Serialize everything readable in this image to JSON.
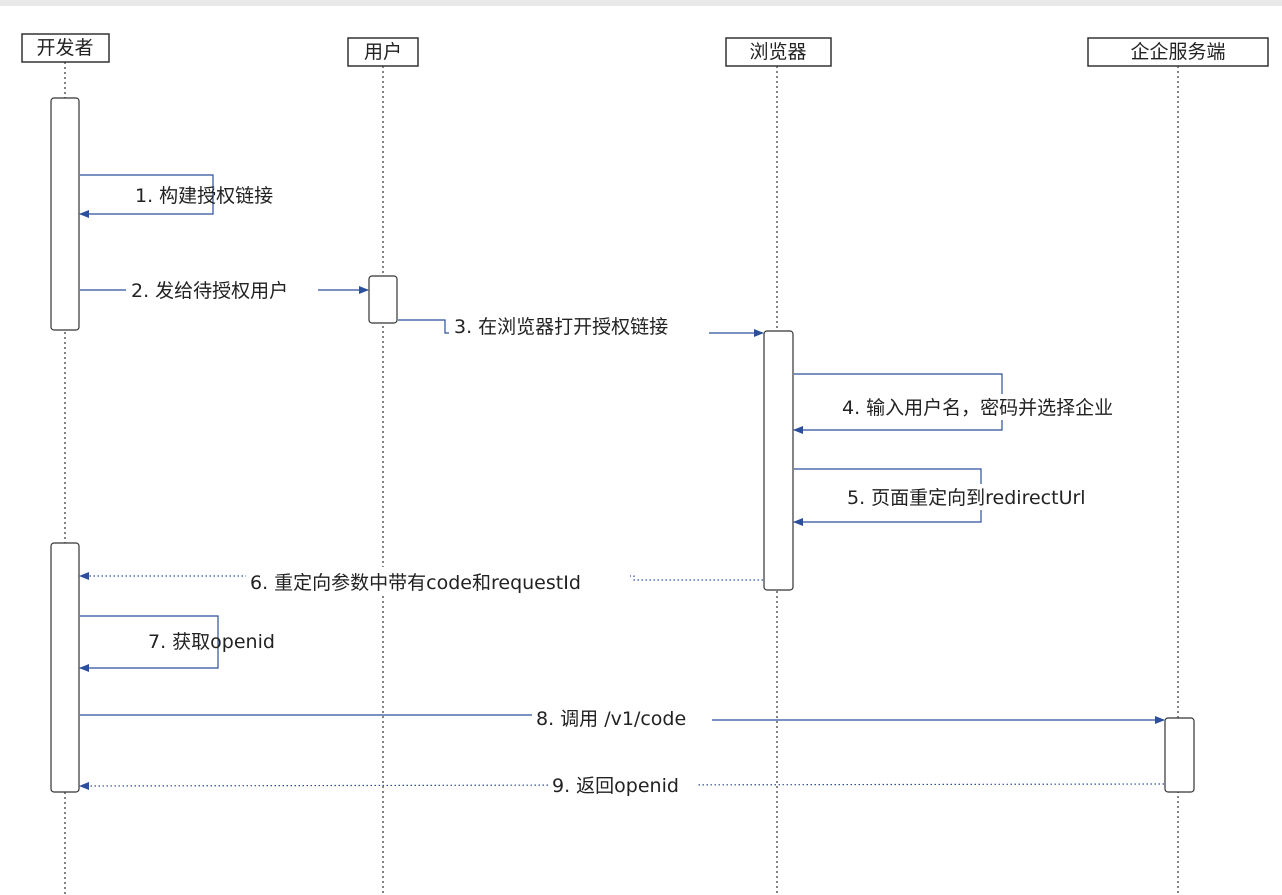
{
  "participants": [
    {
      "id": "developer",
      "label": "开发者"
    },
    {
      "id": "user",
      "label": "用户"
    },
    {
      "id": "browser",
      "label": "浏览器"
    },
    {
      "id": "enterprise",
      "label": "企企服务端"
    }
  ],
  "messages": [
    {
      "step": 1,
      "label": "1. 构建授权链接",
      "from": "developer",
      "to": "developer",
      "style": "solid"
    },
    {
      "step": 2,
      "label": "2. 发给待授权用户",
      "from": "developer",
      "to": "user",
      "style": "solid"
    },
    {
      "step": 3,
      "label": "3. 在浏览器打开授权链接",
      "from": "user",
      "to": "browser",
      "style": "solid"
    },
    {
      "step": 4,
      "label": "4. 输入用户名，密码并选择企业",
      "from": "browser",
      "to": "browser",
      "style": "solid"
    },
    {
      "step": 5,
      "label": "5. 页面重定向到redirectUrl",
      "from": "browser",
      "to": "browser",
      "style": "solid"
    },
    {
      "step": 6,
      "label": "6. 重定向参数中带有code和requestId",
      "from": "browser",
      "to": "developer",
      "style": "dotted"
    },
    {
      "step": 7,
      "label": "7. 获取openid",
      "from": "developer",
      "to": "developer",
      "style": "solid"
    },
    {
      "step": 8,
      "label": "8. 调用 /v1/code",
      "from": "developer",
      "to": "enterprise",
      "style": "solid"
    },
    {
      "step": 9,
      "label": "9. 返回openid",
      "from": "enterprise",
      "to": "developer",
      "style": "dotted"
    }
  ],
  "colors": {
    "arrow": "#2b4f9c",
    "box_border": "#333333",
    "lifeline": "#333333",
    "text": "#222222"
  }
}
